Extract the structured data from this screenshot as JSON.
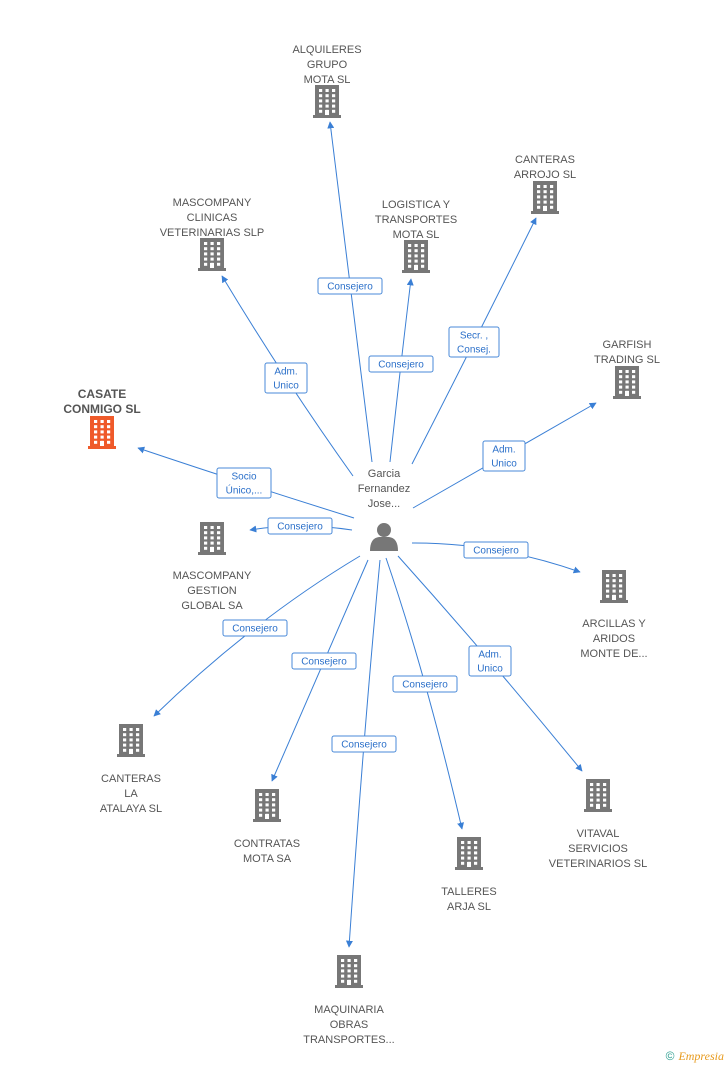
{
  "center": {
    "label_lines": [
      "Garcia",
      "Fernandez",
      "Jose..."
    ]
  },
  "companies": [
    {
      "id": "alquileres",
      "label_lines": [
        "ALQUILERES",
        "GRUPO",
        "MOTA SL"
      ],
      "highlight": false
    },
    {
      "id": "canteras-arrojo",
      "label_lines": [
        "CANTERAS",
        "ARROJO SL"
      ],
      "highlight": false
    },
    {
      "id": "mascompany-clinicas",
      "label_lines": [
        "MASCOMPANY",
        "CLINICAS",
        "VETERINARIAS SLP"
      ],
      "highlight": false
    },
    {
      "id": "logistica",
      "label_lines": [
        "LOGISTICA Y",
        "TRANSPORTES",
        "MOTA SL"
      ],
      "highlight": false
    },
    {
      "id": "garfish",
      "label_lines": [
        "GARFISH",
        "TRADING SL"
      ],
      "highlight": false
    },
    {
      "id": "casate",
      "label_lines": [
        "CASATE",
        "CONMIGO SL"
      ],
      "highlight": true
    },
    {
      "id": "mascompany-gestion",
      "label_lines": [
        "MASCOMPANY",
        "GESTION",
        "GLOBAL SA"
      ],
      "highlight": false
    },
    {
      "id": "arcillas",
      "label_lines": [
        "ARCILLAS Y",
        "ARIDOS",
        "MONTE DE..."
      ],
      "highlight": false
    },
    {
      "id": "canteras-atalaya",
      "label_lines": [
        "CANTERAS",
        "LA",
        "ATALAYA SL"
      ],
      "highlight": false
    },
    {
      "id": "contratas",
      "label_lines": [
        "CONTRATAS",
        "MOTA SA"
      ],
      "highlight": false
    },
    {
      "id": "vitaval",
      "label_lines": [
        "VITAVAL",
        "SERVICIOS",
        "VETERINARIOS SL"
      ],
      "highlight": false
    },
    {
      "id": "talleres",
      "label_lines": [
        "TALLERES",
        "ARJA SL"
      ],
      "highlight": false
    },
    {
      "id": "maquinaria",
      "label_lines": [
        "MAQUINARIA",
        "OBRAS",
        "TRANSPORTES..."
      ],
      "highlight": false
    }
  ],
  "edges": [
    {
      "to": "alquileres",
      "label_lines": [
        "Consejero"
      ]
    },
    {
      "to": "logistica",
      "label_lines": [
        "Consejero"
      ]
    },
    {
      "to": "canteras-arrojo",
      "label_lines": [
        "Secr. ,",
        "Consej."
      ]
    },
    {
      "to": "mascompany-clinicas",
      "label_lines": [
        "Adm.",
        "Unico"
      ]
    },
    {
      "to": "garfish",
      "label_lines": [
        "Adm.",
        "Unico"
      ]
    },
    {
      "to": "casate",
      "label_lines": [
        "Socio",
        "Único,..."
      ]
    },
    {
      "to": "mascompany-gestion",
      "label_lines": [
        "Consejero"
      ]
    },
    {
      "to": "arcillas",
      "label_lines": [
        "Consejero"
      ]
    },
    {
      "to": "canteras-atalaya",
      "label_lines": [
        "Consejero"
      ]
    },
    {
      "to": "contratas",
      "label_lines": [
        "Consejero"
      ]
    },
    {
      "to": "vitaval",
      "label_lines": [
        "Adm.",
        "Unico"
      ]
    },
    {
      "to": "talleres",
      "label_lines": [
        "Consejero"
      ]
    },
    {
      "to": "maquinaria",
      "label_lines": [
        "Consejero"
      ]
    }
  ],
  "colors": {
    "building": "#777777",
    "highlight": "#ef5a2a",
    "person": "#777777",
    "edge": "#3a7fd5"
  },
  "brand": {
    "copyright": "©",
    "name": "Empresia"
  }
}
